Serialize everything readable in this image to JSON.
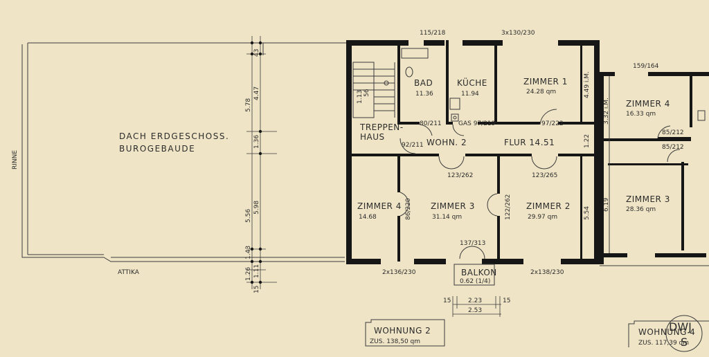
{
  "drawing": {
    "roof": {
      "title_line1": "DACH ERDGESCHOSS.",
      "title_line2": "BUROGEBAUDE",
      "rinne": "RINNE",
      "attika": "ATTIKA"
    },
    "rooms": {
      "bad": {
        "name": "BAD",
        "area": "11.36"
      },
      "kueche": {
        "name": "KÜCHE",
        "area": "11.94"
      },
      "zimmer1": {
        "name": "ZIMMER 1",
        "area": "24.28 qm"
      },
      "treppenhaus1": "TREPPEN-",
      "treppenhaus2": "HAUS",
      "wohn2": "WOHN. 2",
      "flur": "FLUR 14.51",
      "zimmer4": {
        "name": "ZIMMER 4",
        "area": "14.68"
      },
      "zimmer3": {
        "name": "ZIMMER 3",
        "area": "31.14 qm"
      },
      "zimmer2": {
        "name": "ZIMMER 2",
        "area": "29.97 qm"
      },
      "nb_zimmer4": {
        "name": "ZIMMER 4",
        "area": "16.33 qm"
      },
      "nb_zimmer3": {
        "name": "ZIMMER 3",
        "area": "28.36 qm"
      },
      "balkon": {
        "name": "BALKON",
        "area": "0.62 (1/4)"
      }
    },
    "openings": {
      "top1": "115/218",
      "top2": "3x130/230",
      "top_nb": "159/164",
      "d_bad": "80/211",
      "d_gas": "GAS 97/219",
      "d_z1": "97/222",
      "d_th": "92/211",
      "d_z3": "123/262",
      "d_z2": "123/265",
      "d_z4": "86/220",
      "d_z3z2": "122/262",
      "balkon_door": "137/313",
      "bot1": "2x136/230",
      "bot2": "2x138/230",
      "nb1": "85/212",
      "nb2": "85/212"
    },
    "dimensions": {
      "v_578": "5.78",
      "v_447": "4.47",
      "v_43": "43",
      "v_136": "1.36",
      "v_556": "5.56",
      "v_598": "5.98",
      "v_143": "1.43",
      "v_126": "1.26",
      "v_111": "1.11",
      "v_15": "15",
      "v_449": "4.49 i.M.",
      "v_122": "1.22",
      "v_554": "5.54",
      "v_332": "3.32 i.M.",
      "v_619": "6.19",
      "v_113": "1.13",
      "v_56": "56",
      "b_15a": "15",
      "b_223": "2.23",
      "b_15b": "15",
      "b_253": "2.53"
    },
    "legend": {
      "w2_title": "WOHNUNG 2",
      "w2_area": "ZUS. 138,50 qm",
      "w4_title": "WOHNUNG 4",
      "w4_area": "ZUS. 117,39 qm",
      "stamp1": "DWJ",
      "stamp2": "S"
    }
  }
}
